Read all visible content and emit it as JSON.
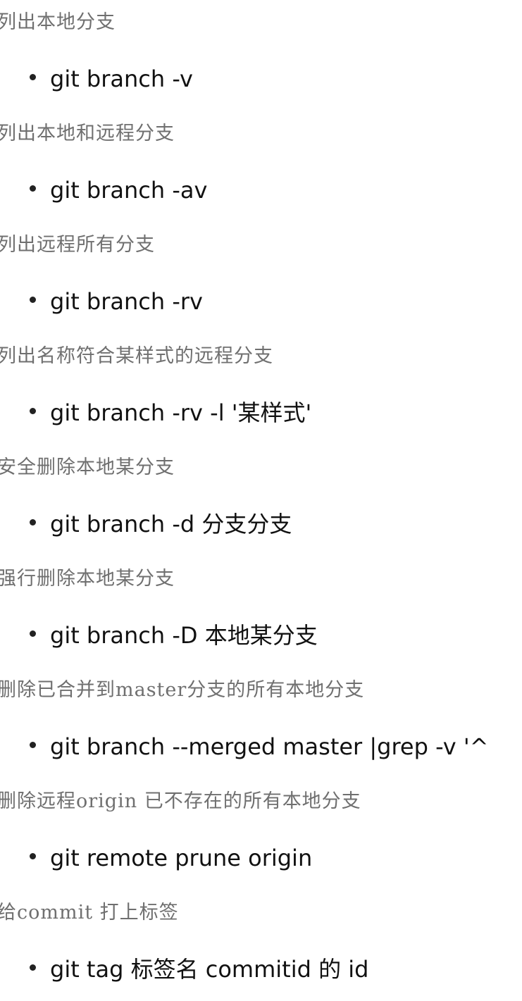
{
  "items": [
    {
      "desc": "列出本地分支",
      "cmd": "git branch -v"
    },
    {
      "desc": "列出本地和远程分支",
      "cmd": "git branch -av"
    },
    {
      "desc": "列出远程所有分支",
      "cmd": "git branch -rv"
    },
    {
      "desc": "列出名称符合某样式的远程分支",
      "cmd": "git branch -rv -l '某样式'"
    },
    {
      "desc": "安全删除本地某分支",
      "cmd": "git branch -d 分支分支"
    },
    {
      "desc": "强行删除本地某分支",
      "cmd": "git branch -D 本地某分支"
    },
    {
      "desc": "删除已合并到master分支的所有本地分支",
      "cmd": "git branch --merged master |grep -v '^"
    },
    {
      "desc": "删除远程origin 已不存在的所有本地分支",
      "cmd": "git remote prune origin"
    },
    {
      "desc": "给commit 打上标签",
      "cmd": "git tag 标签名 commitid 的 id"
    }
  ]
}
